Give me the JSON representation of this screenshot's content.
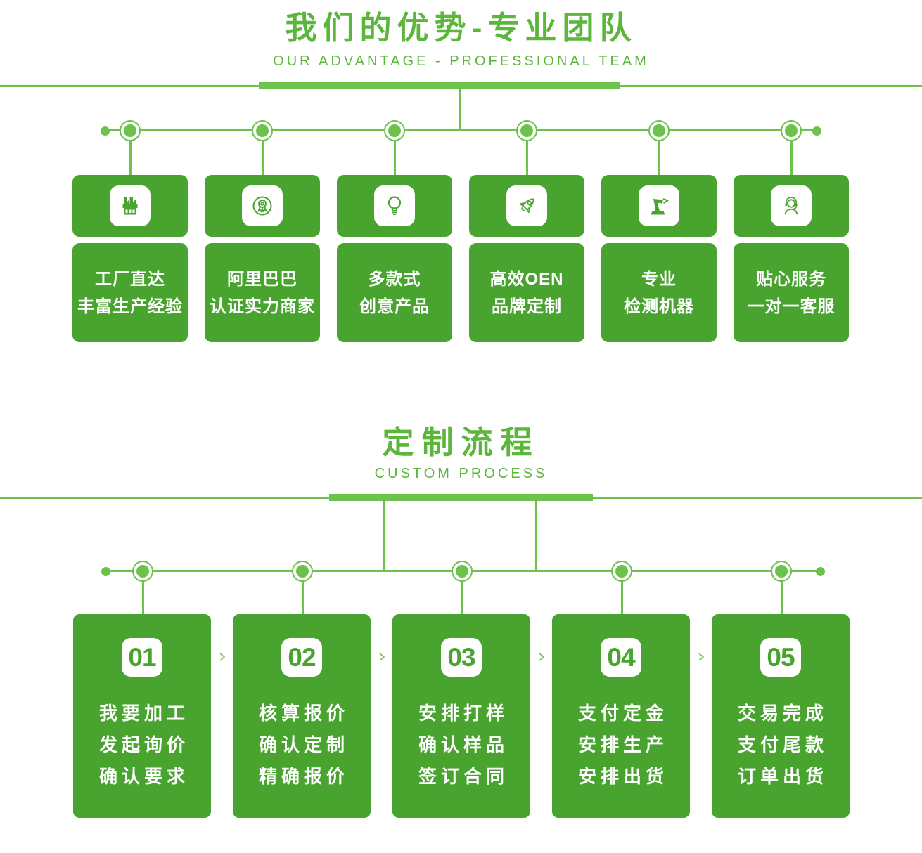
{
  "colors": {
    "card_green": "#49a32f",
    "line_green": "#6cc24a",
    "title_green": "#5cb63c",
    "card_text": "#ffffff"
  },
  "section_advantage": {
    "title": "我们的优势-专业团队",
    "subtitle": "OUR ADVANTAGE - PROFESSIONAL TEAM",
    "items": [
      {
        "icon": "factory-icon",
        "line1": "工厂直达",
        "line2": "丰富生产经验"
      },
      {
        "icon": "medal-icon",
        "line1": "阿里巴巴",
        "line2": "认证实力商家"
      },
      {
        "icon": "lightbulb-icon",
        "line1": "多款式",
        "line2": "创意产品"
      },
      {
        "icon": "rocket-icon",
        "line1": "高效OEN",
        "line2": "品牌定制"
      },
      {
        "icon": "robot-arm-icon",
        "line1": "专业",
        "line2": "检测机器"
      },
      {
        "icon": "headset-icon",
        "line1": "贴心服务",
        "line2": "一对一客服"
      }
    ]
  },
  "section_process": {
    "title": "定制流程",
    "subtitle": "CUSTOM PROCESS",
    "steps": [
      {
        "number": "01",
        "lines": [
          "我要加工",
          "发起询价",
          "确认要求"
        ]
      },
      {
        "number": "02",
        "lines": [
          "核算报价",
          "确认定制",
          "精确报价"
        ]
      },
      {
        "number": "03",
        "lines": [
          "安排打样",
          "确认样品",
          "签订合同"
        ]
      },
      {
        "number": "04",
        "lines": [
          "支付定金",
          "安排生产",
          "安排出货"
        ]
      },
      {
        "number": "05",
        "lines": [
          "交易完成",
          "支付尾款",
          "订单出货"
        ]
      }
    ]
  }
}
